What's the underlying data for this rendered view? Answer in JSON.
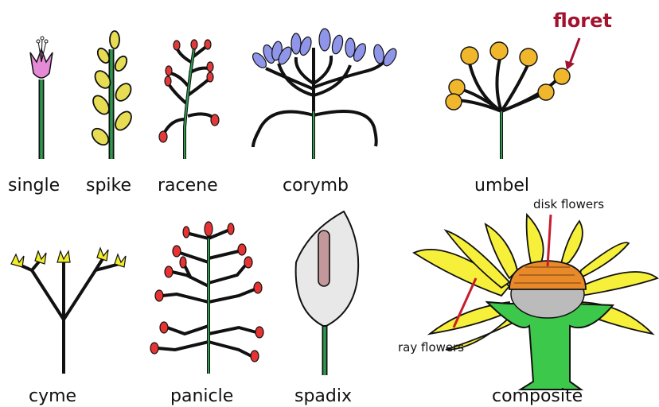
{
  "labels": {
    "single": "single",
    "spike": "spike",
    "racene": "racene",
    "corymb": "corymb",
    "umbel": "umbel",
    "floret": "floret",
    "cyme": "cyme",
    "panicle": "panicle",
    "spadix": "spadix",
    "composite": "composite",
    "disk_flowers": "disk flowers",
    "ray_flowers": "ray flowers"
  },
  "colors": {
    "stem": "#2e9a4e",
    "single_flower": "#e58ad6",
    "spike_flower": "#e6dd55",
    "racene_bud": "#e23a3a",
    "corymb_flower": "#8f95e8",
    "umbel_floret": "#f0b62c",
    "cyme_flower": "#f2ec2a",
    "panicle_bud": "#e83333",
    "spadix_spathe": "#e8e8e8",
    "spadix_spike": "#c2989b",
    "ray_petal": "#f6f03a",
    "disk": "#e88a2a",
    "receptacle": "#3cc84a",
    "floret_accent": "#a3122f",
    "pointer": "#c81c2c"
  }
}
